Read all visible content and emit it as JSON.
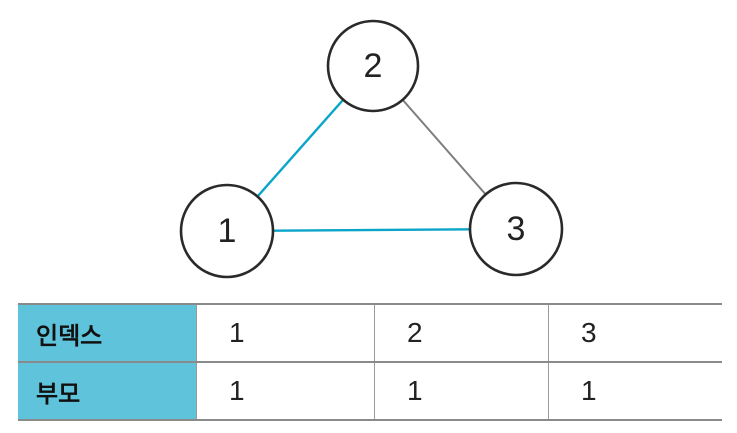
{
  "graph": {
    "nodes": [
      {
        "id": "1",
        "label": "1"
      },
      {
        "id": "2",
        "label": "2"
      },
      {
        "id": "3",
        "label": "3"
      }
    ],
    "edges": [
      {
        "from": "1",
        "to": "2",
        "color": "#0aa5c9"
      },
      {
        "from": "2",
        "to": "3",
        "color": "#7f7f7f"
      },
      {
        "from": "1",
        "to": "3",
        "color": "#0aa5c9"
      }
    ],
    "colors": {
      "edge_highlight": "#0aa5c9",
      "edge_normal": "#7f7f7f",
      "node_stroke": "#2a2a2a",
      "node_fill": "#ffffff"
    }
  },
  "table": {
    "header_bg": "#5fc4db",
    "rows": [
      {
        "header": "인덱스",
        "values": [
          "1",
          "2",
          "3"
        ]
      },
      {
        "header": "부모",
        "values": [
          "1",
          "1",
          "1"
        ]
      }
    ]
  }
}
